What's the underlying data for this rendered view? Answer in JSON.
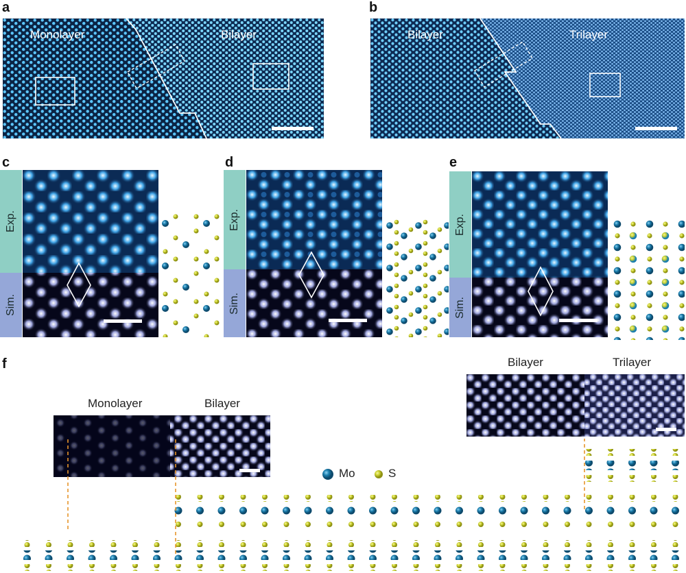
{
  "panels": {
    "a": {
      "letter": "a",
      "left_label": "Monolayer",
      "right_label": "Bilayer"
    },
    "b": {
      "letter": "b",
      "left_label": "Bilayer",
      "right_label": "Trilayer"
    },
    "c": {
      "letter": "c",
      "exp_label": "Exp.",
      "sim_label": "Sim."
    },
    "d": {
      "letter": "d",
      "exp_label": "Exp.",
      "sim_label": "Sim."
    },
    "e": {
      "letter": "e",
      "exp_label": "Exp.",
      "sim_label": "Sim."
    },
    "f": {
      "letter": "f",
      "left_image_labels": [
        "Monolayer",
        "Bilayer"
      ],
      "right_image_labels": [
        "Bilayer",
        "Trilayer"
      ],
      "legend": {
        "mo": "Mo",
        "s": "S"
      }
    }
  },
  "colors": {
    "stem_bg": "#0a1f38",
    "stem_atom": "#6fd0ff",
    "sim_bg": "#06071a",
    "sim_atom": "#c9cdf5",
    "mo": "#1c7fae",
    "s": "#cfd431",
    "dashed_guide": "#e6942a"
  }
}
